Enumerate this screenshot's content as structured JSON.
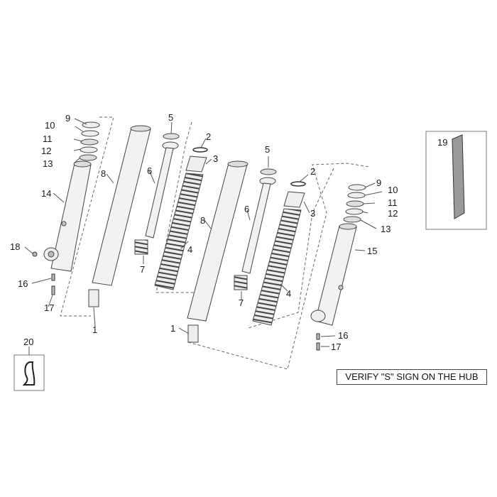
{
  "callouts": {
    "c1a": "1",
    "c1b": "1",
    "c2a": "2",
    "c2b": "2",
    "c3a": "3",
    "c3b": "3",
    "c4a": "4",
    "c4b": "4",
    "c5a": "5",
    "c5b": "5",
    "c6a": "6",
    "c6b": "6",
    "c7a": "7",
    "c7b": "7",
    "c8a": "8",
    "c8b": "8",
    "c9a": "9",
    "c9b": "9",
    "c10a": "10",
    "c10b": "10",
    "c11a": "11",
    "c11b": "11",
    "c12a": "12",
    "c12b": "12",
    "c13a": "13",
    "c13b": "13",
    "c14": "14",
    "c15": "15",
    "c16a": "16",
    "c16b": "16",
    "c17a": "17",
    "c17b": "17",
    "c18": "18",
    "c19": "19",
    "c20": "20"
  },
  "note": "VERIFY \"S\" SIGN ON THE HUB",
  "colors": {
    "line": "#555555",
    "part_fill": "#f2f2f2",
    "strip_fill": "#9a9a9a"
  }
}
